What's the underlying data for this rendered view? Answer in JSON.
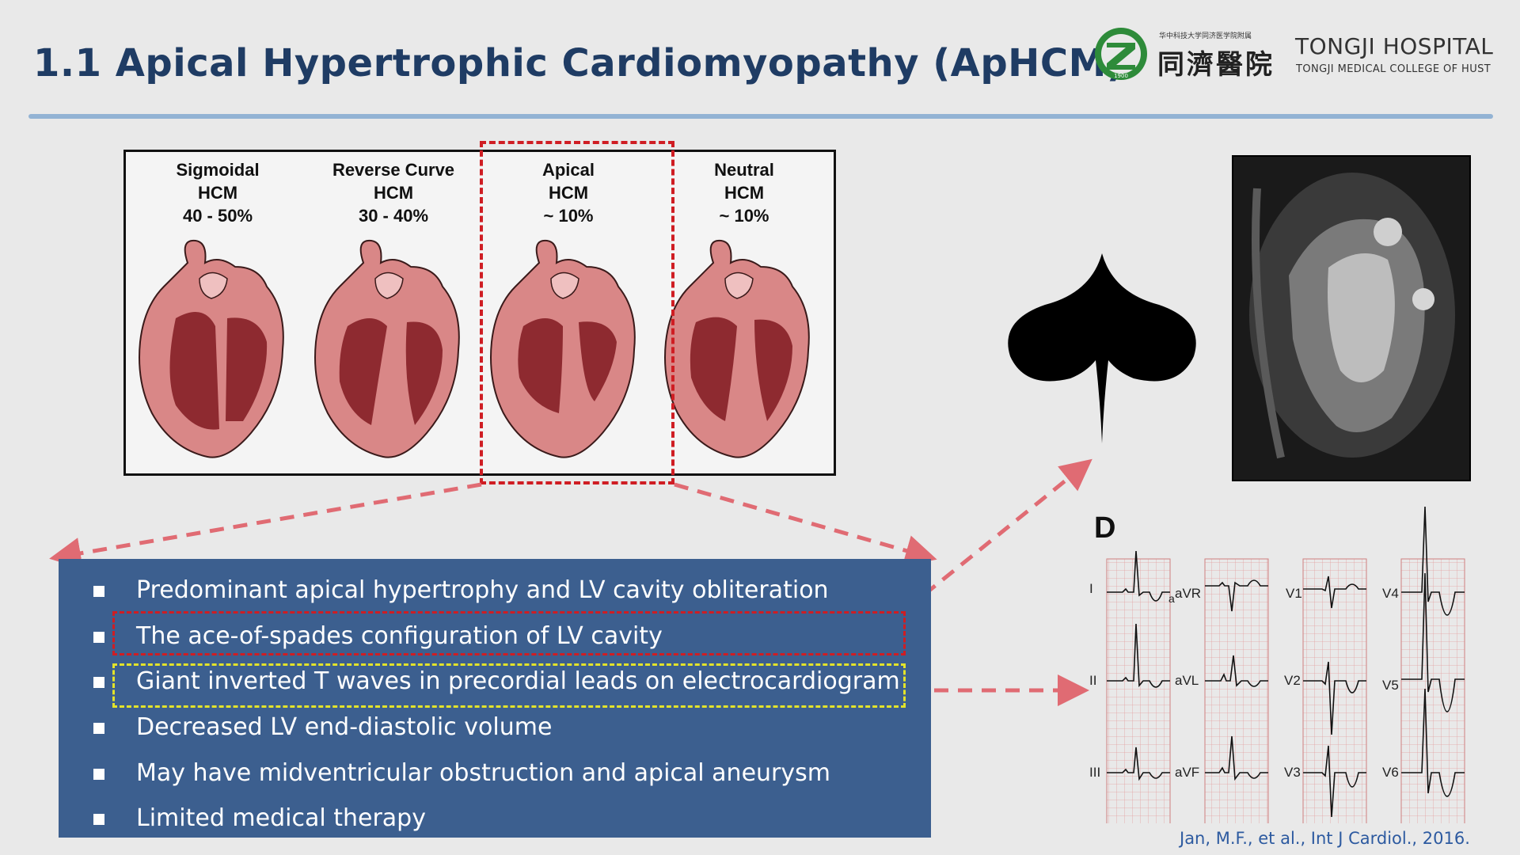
{
  "slide": {
    "title": "1.1 Apical Hypertrophic Cardiomyopathy (ApHCM)"
  },
  "logo": {
    "tiny_text": "华中科技大学同济医学院附属",
    "chinese_name": "同濟醫院",
    "english_name": "TONGJI HOSPITAL",
    "english_sub": "TONGJI MEDICAL COLLEGE OF HUST",
    "year": "1900"
  },
  "hcm_types": [
    {
      "line1": "Sigmoidal",
      "line2": "HCM",
      "line3": "40 - 50%"
    },
    {
      "line1": "Reverse Curve",
      "line2": "HCM",
      "line3": "30 - 40%"
    },
    {
      "line1": "Apical",
      "line2": "HCM",
      "line3": "~ 10%"
    },
    {
      "line1": "Neutral",
      "line2": "HCM",
      "line3": "~ 10%"
    }
  ],
  "bullets": [
    "Predominant apical hypertrophy and LV cavity obliteration",
    "The ace-of-spades configuration of LV cavity",
    "Giant inverted T waves in precordial leads on electrocardiogram",
    "Decreased LV end-diastolic volume",
    "May have midventricular obstruction and apical aneurysm",
    "Limited medical therapy"
  ],
  "ecg": {
    "panel_label": "D",
    "leads": [
      "I",
      "aVR",
      "V1",
      "V4",
      "II",
      "aVL",
      "V2",
      "V5",
      "III",
      "aVF",
      "V3",
      "V6"
    ],
    "stray_mark": "a"
  },
  "citation": "Jan, M.F., et al., Int J Cardiol., 2016.",
  "colors": {
    "title": "#1f3c64",
    "rule": "#93b3d4",
    "bullet_box": "#3c5f8f",
    "highlight_red": "#cf1d23",
    "highlight_yellow": "#e3e32a",
    "arrow": "#e06b73",
    "heart": "#d98787",
    "heart_dark": "#8e2a30"
  }
}
